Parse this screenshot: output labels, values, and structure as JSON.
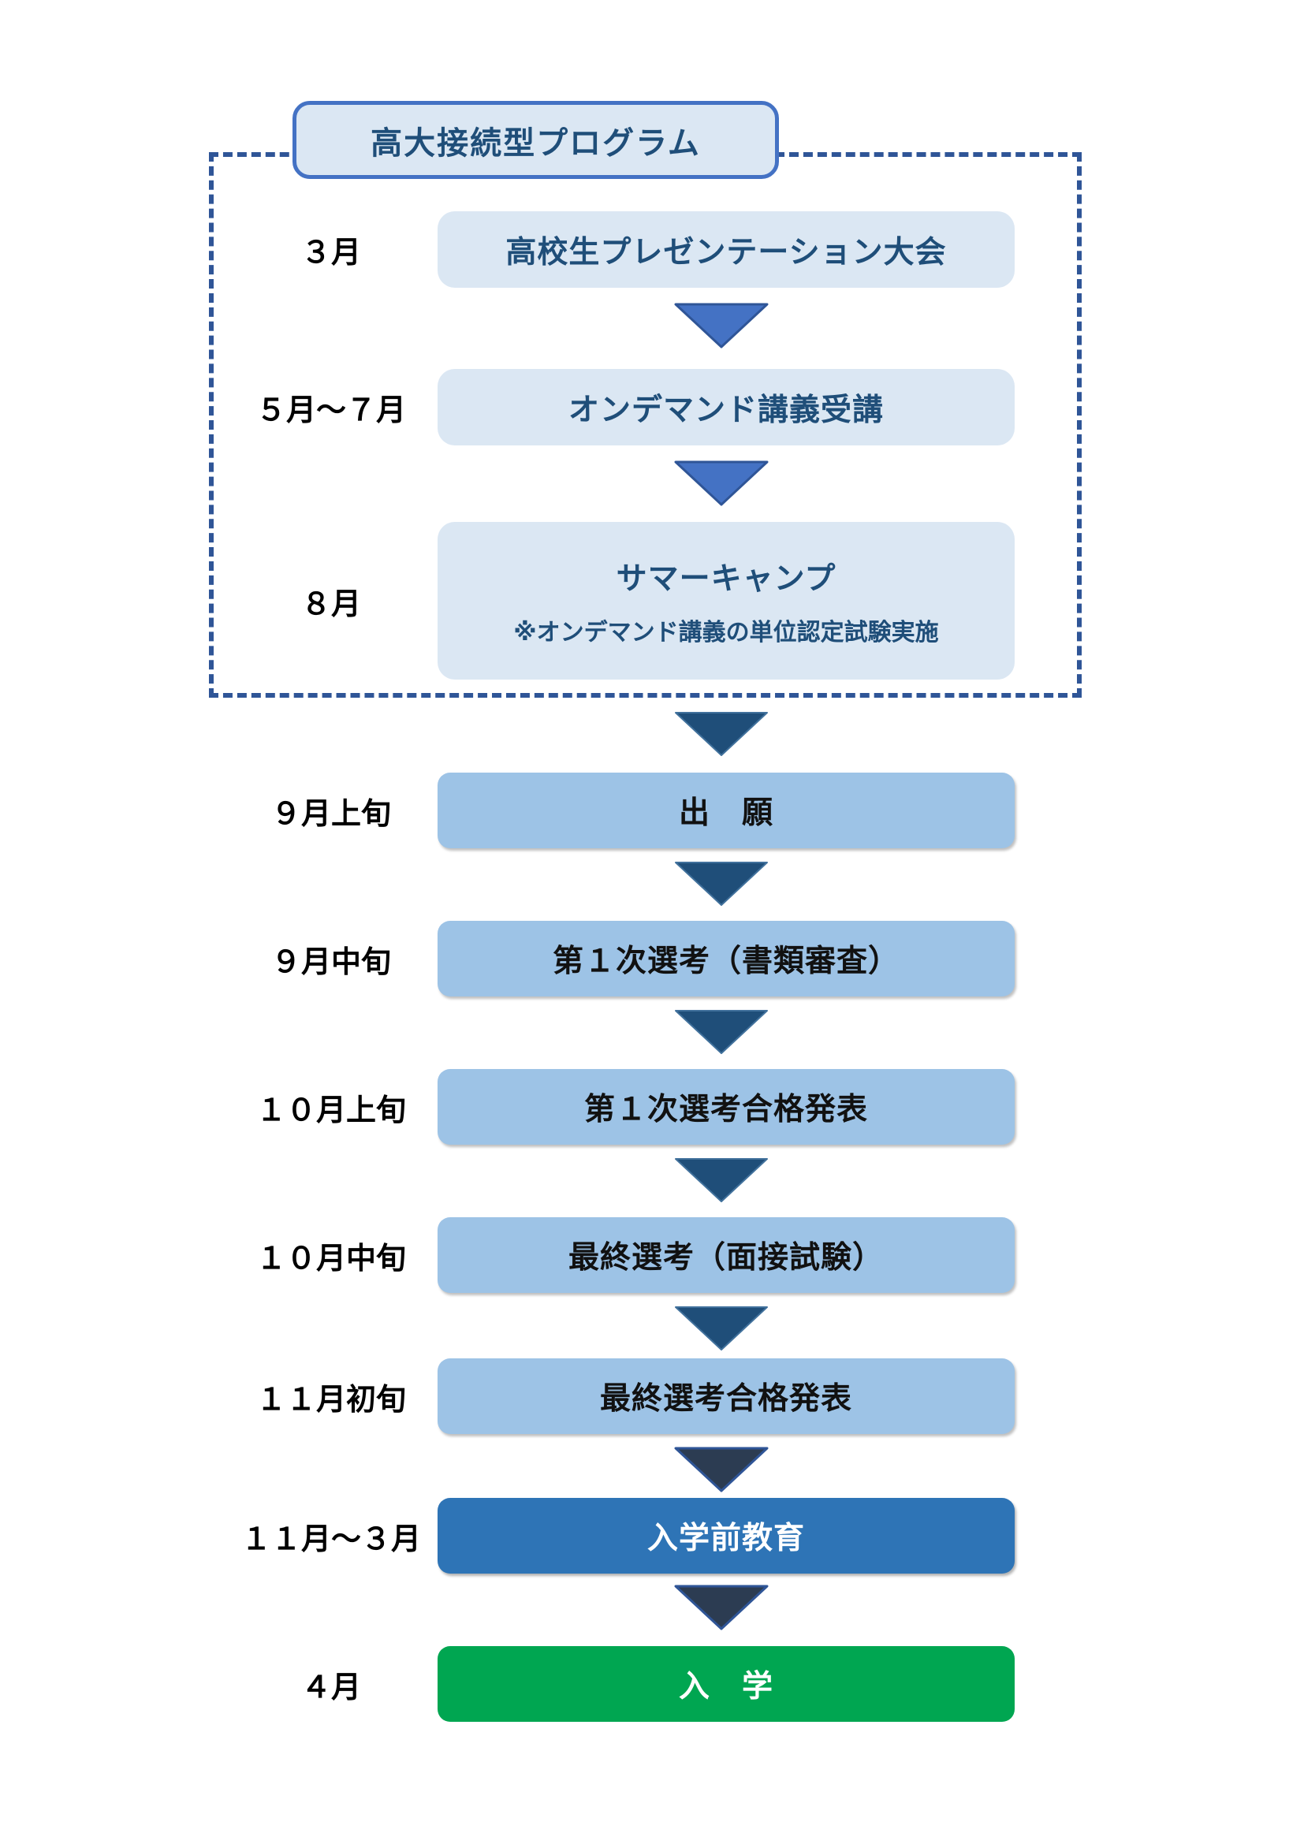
{
  "program_group": {
    "title": "高大接続型プログラム"
  },
  "steps": [
    {
      "id": "presentation",
      "period": "３月",
      "label": "高校生プレゼンテーション大会",
      "variant": "light",
      "in_program": true
    },
    {
      "id": "ondemand",
      "period": "５月～７月",
      "label": "オンデマンド講義受講",
      "variant": "light",
      "in_program": true
    },
    {
      "id": "summer-camp",
      "period": "８月",
      "label": "サマーキャンプ",
      "note": "※オンデマンド講義の単位認定試験実施",
      "variant": "light",
      "in_program": true
    },
    {
      "id": "application",
      "period": "９月上旬",
      "label": "出　願",
      "variant": "mid",
      "in_program": false
    },
    {
      "id": "first-screening",
      "period": "９月中旬",
      "label": "第１次選考（書類審査）",
      "variant": "mid",
      "in_program": false
    },
    {
      "id": "first-result",
      "period": "１０月上旬",
      "label": "第１次選考合格発表",
      "variant": "mid",
      "in_program": false
    },
    {
      "id": "final-screening",
      "period": "１０月中旬",
      "label": "最終選考（面接試験）",
      "variant": "mid",
      "in_program": false
    },
    {
      "id": "final-result",
      "period": "１１月初旬",
      "label": "最終選考合格発表",
      "variant": "mid",
      "in_program": false
    },
    {
      "id": "pre-entrance",
      "period": "１１月～３月",
      "label": "入学前教育",
      "variant": "primary",
      "in_program": false
    },
    {
      "id": "entrance",
      "period": "４月",
      "label": "入　学",
      "variant": "success",
      "in_program": false
    }
  ],
  "arrows": [
    "blue",
    "blue",
    "navy",
    "navy",
    "navy",
    "navy",
    "navy",
    "dark",
    "dark"
  ],
  "colors": {
    "light_box_bg": "#dbe7f3",
    "light_box_text": "#1f4e79",
    "mid_box_bg": "#9dc3e6",
    "mid_box_text": "#111111",
    "primary_box_bg": "#2e74b6",
    "success_box_bg": "#00a651",
    "arrow_blue": "#4472c4",
    "arrow_navy": "#1f4e79",
    "arrow_dark": "#2c3c52",
    "dashed_border": "#2f5597",
    "label_text": "#000000"
  }
}
